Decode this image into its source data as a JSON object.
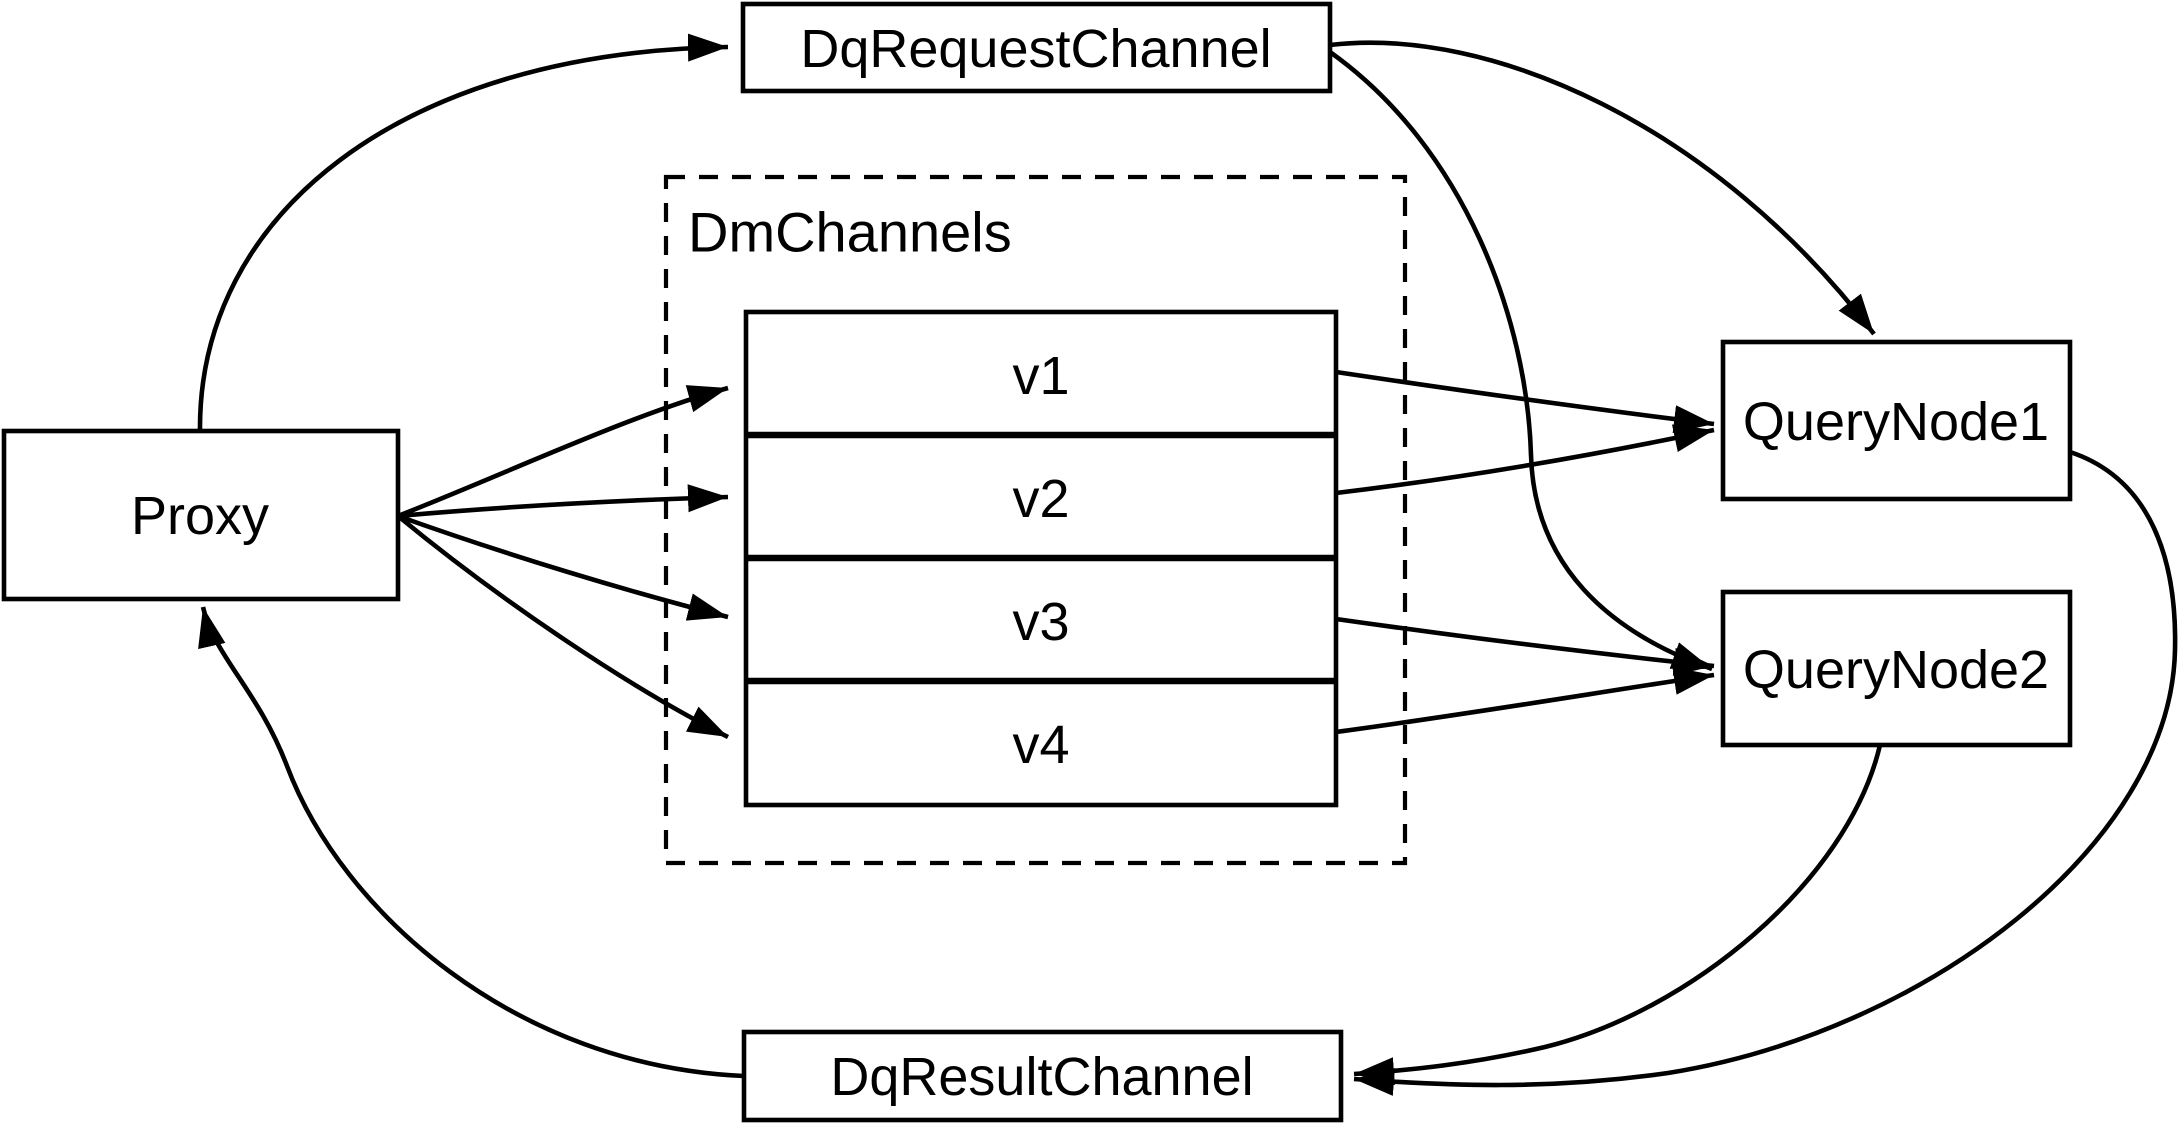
{
  "diagram": {
    "title": "Query channel flow diagram",
    "colors": {
      "ink": "#000000",
      "paper": "#ffffff"
    },
    "nodes": {
      "proxy": {
        "label": "Proxy"
      },
      "dq_request_channel": {
        "label": "DqRequestChannel"
      },
      "dm_channels_group": {
        "label": "DmChannels"
      },
      "channels": [
        {
          "label": "v1"
        },
        {
          "label": "v2"
        },
        {
          "label": "v3"
        },
        {
          "label": "v4"
        }
      ],
      "query_node_1": {
        "label": "QueryNode1"
      },
      "query_node_2": {
        "label": "QueryNode2"
      },
      "dq_result_channel": {
        "label": "DqResultChannel"
      }
    },
    "edges": [
      {
        "from": "Proxy",
        "to": "DqRequestChannel"
      },
      {
        "from": "Proxy",
        "to": "v1"
      },
      {
        "from": "Proxy",
        "to": "v2"
      },
      {
        "from": "Proxy",
        "to": "v3"
      },
      {
        "from": "Proxy",
        "to": "v4"
      },
      {
        "from": "v1",
        "to": "QueryNode1"
      },
      {
        "from": "v2",
        "to": "QueryNode1"
      },
      {
        "from": "v3",
        "to": "QueryNode2"
      },
      {
        "from": "v4",
        "to": "QueryNode2"
      },
      {
        "from": "DqRequestChannel",
        "to": "QueryNode1"
      },
      {
        "from": "DqRequestChannel",
        "to": "QueryNode2"
      },
      {
        "from": "QueryNode1",
        "to": "DqResultChannel"
      },
      {
        "from": "QueryNode2",
        "to": "DqResultChannel"
      },
      {
        "from": "DqResultChannel",
        "to": "Proxy"
      }
    ]
  }
}
